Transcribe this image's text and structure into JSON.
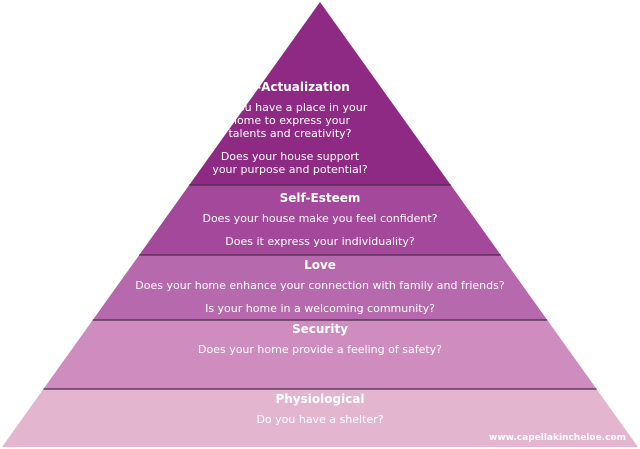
{
  "tiers": [
    {
      "title": "Self-Actualization",
      "question_lines": [
        "Do you have a place in your",
        "home to express your",
        "talents and creativity?",
        "",
        "Does your house support",
        "your purpose and potential?"
      ],
      "color": "#8e2a83"
    },
    {
      "title": "Self-Esteem",
      "question_lines": [
        "Does your house make you feel confident?",
        "",
        "Does it express your individuality?"
      ],
      "color": "#a4489c"
    },
    {
      "title": "Love",
      "question_lines": [
        "Does your home enhance your connection with family and friends?",
        "",
        "Is your home in a welcoming community?"
      ],
      "color": "#b769ad"
    },
    {
      "title": "Security",
      "question_lines": [
        "Does your home provide a feeling of safety?"
      ],
      "color": "#cf8cbe"
    },
    {
      "title": "Physiological",
      "question_lines": [
        "Do you have a shelter?"
      ],
      "color": "#e3b5ce"
    }
  ],
  "watermark": "www.capellakincheloe.com"
}
